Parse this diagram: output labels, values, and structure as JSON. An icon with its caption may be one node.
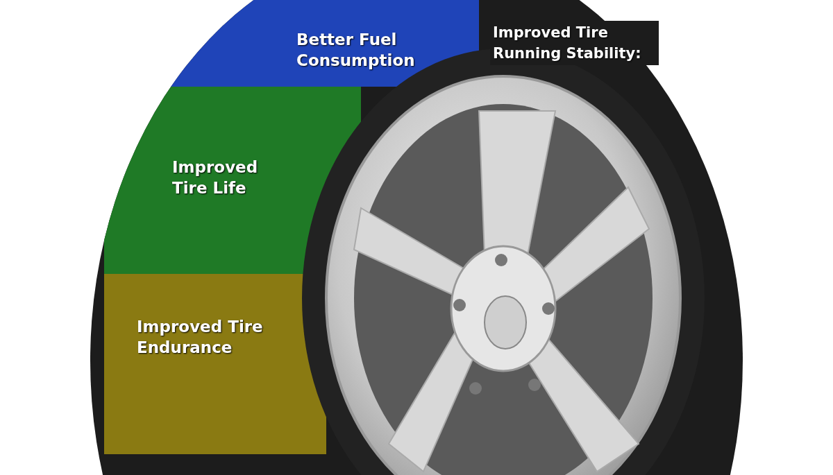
{
  "diagram": {
    "labels": [
      "Better Fuel Consumption",
      "Improved Tire Running Stability:",
      "Improved Tire Life",
      "Improved Tire Endurance"
    ]
  }
}
